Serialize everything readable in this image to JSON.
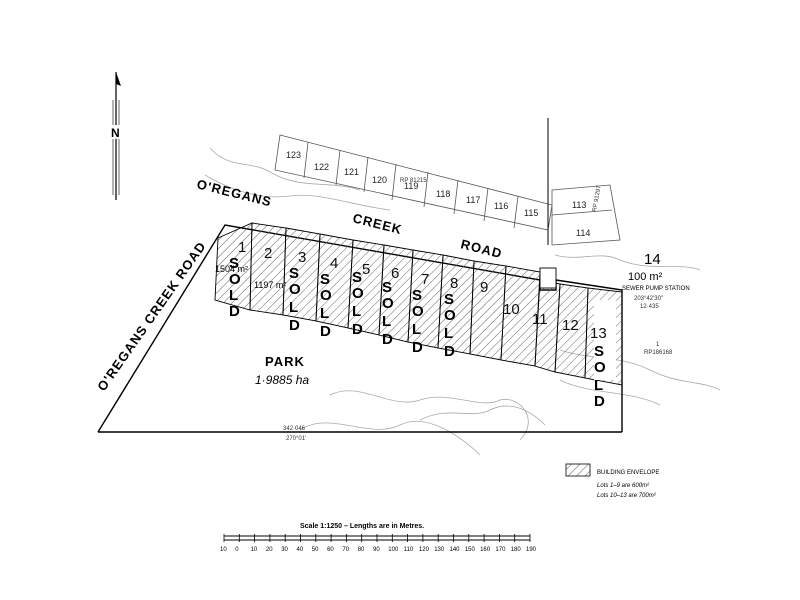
{
  "north_label": "N",
  "roads": {
    "top_left": "O'REGANS",
    "creek": "CREEK",
    "road": "ROAD",
    "side_line1": "O'REGANS CREEK ROAD"
  },
  "upper_lots": [
    "123",
    "122",
    "121",
    "120",
    "119",
    "118",
    "117",
    "116",
    "115",
    "113",
    "114"
  ],
  "upper_rp": "RP 81215",
  "side_rp": "RP 91297",
  "lots": [
    {
      "num": "1",
      "sold": true,
      "area": "1504 m²"
    },
    {
      "num": "2",
      "sold": false,
      "area": "1197 m²"
    },
    {
      "num": "3",
      "sold": true,
      "area": ""
    },
    {
      "num": "4",
      "sold": true,
      "area": ""
    },
    {
      "num": "5",
      "sold": true,
      "area": ""
    },
    {
      "num": "6",
      "sold": true,
      "area": ""
    },
    {
      "num": "7",
      "sold": true,
      "area": ""
    },
    {
      "num": "8",
      "sold": true,
      "area": ""
    },
    {
      "num": "9",
      "sold": false,
      "area": ""
    },
    {
      "num": "10",
      "sold": false,
      "area": ""
    },
    {
      "num": "11",
      "sold": false,
      "area": ""
    },
    {
      "num": "12",
      "sold": false,
      "area": ""
    },
    {
      "num": "13",
      "sold": true,
      "area": ""
    }
  ],
  "sold_word": [
    "S",
    "O",
    "L",
    "D"
  ],
  "lot_14": {
    "num": "14",
    "area": "100 m²",
    "note": "SEWER PUMP STATION"
  },
  "bearing": {
    "a": "203°42'30\"",
    "b": "12·435"
  },
  "rp_right": "1",
  "rp_right2": "RP186168",
  "park": {
    "name": "PARK",
    "area": "1·9885 ha"
  },
  "bottom_dims": {
    "a": "342·046",
    "b": "270°01'"
  },
  "legend": {
    "title": "BUILDING ENVELOPE",
    "note1": "Lots 1–9 are 600m²",
    "note2": "Lots 10–13 are 700m²"
  },
  "scale": {
    "title": "Scale 1:1250 – Lengths are in Metres.",
    "ticks": [
      "10",
      "0",
      "10",
      "20",
      "30",
      "40",
      "50",
      "60",
      "70",
      "80",
      "90",
      "100",
      "110",
      "120",
      "130",
      "140",
      "150",
      "160",
      "170",
      "180",
      "190"
    ]
  },
  "colors": {
    "line": "#000000",
    "faint": "#9a9a9a",
    "hatch": "#6a6a6a"
  }
}
